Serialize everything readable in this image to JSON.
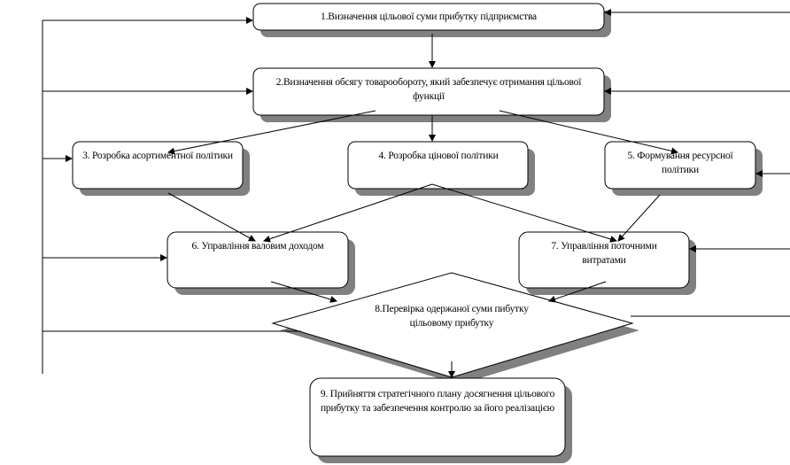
{
  "nodes": [
    {
      "id": "1",
      "text": "1.Визначення цільової суми прибутку підприємства"
    },
    {
      "id": "2",
      "text": "2.Визначення обсягу товарообороту, який забезпечує отримання цільової функції"
    },
    {
      "id": "3",
      "text": "3. Розробка асортиментної політики"
    },
    {
      "id": "4",
      "text": "4. Розробка цінової політики"
    },
    {
      "id": "5",
      "text": "5. Формування ресурсної політики"
    },
    {
      "id": "6",
      "text": "6. Управління валовим доходом"
    },
    {
      "id": "7",
      "text": "7. Управління поточними витратами"
    },
    {
      "id": "8",
      "text": "8.Перевірка одержаної суми пибутку цільовому прибутку"
    },
    {
      "id": "9",
      "text": "9. Прийняття стратегічного плану досягнення цільового прибутку та забезпечення контролю за його реалізацією"
    }
  ],
  "colors": {
    "shadow": "#808080",
    "line": "#000000",
    "fill": "#ffffff"
  }
}
